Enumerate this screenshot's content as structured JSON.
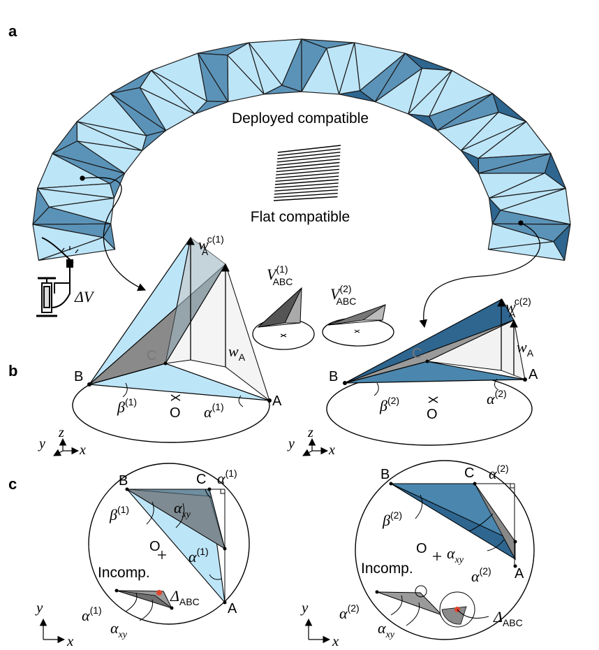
{
  "panels": {
    "a": "a",
    "b": "b",
    "c": "c"
  },
  "a": {
    "deployed_label": "Deployed compatible",
    "flat_label": "Flat compatible",
    "pump_label": "ΔV"
  },
  "b": {
    "left": {
      "B": "B",
      "C": "C",
      "A": "A",
      "O": "O",
      "beta": "β",
      "beta_sup": "(1)",
      "alpha": "α",
      "alpha_sup": "(1)",
      "wAc": "w",
      "wAc_sub": "A",
      "wAc_sup": "c(1)",
      "wA": "w",
      "wA_sub": "A"
    },
    "right": {
      "B": "B",
      "C": "C",
      "A": "A",
      "O": "O",
      "beta": "β",
      "beta_sup": "(2)",
      "alpha": "α",
      "alpha_sup": "(2)",
      "wAc": "w",
      "wAc_sub": "A",
      "wAc_sup": "c(2)",
      "wA": "w",
      "wA_sub": "A"
    },
    "v1": {
      "V": "V",
      "sub": "ABC",
      "sup": "(1)"
    },
    "v2": {
      "V": "V",
      "sub": "ABC",
      "sup": "(2)"
    },
    "axes": {
      "x": "x",
      "y": "y",
      "z": "z"
    }
  },
  "c": {
    "left": {
      "B": "B",
      "C": "C",
      "A": "A",
      "O": "O",
      "alpha_top": "α",
      "alpha_top_sup": "(1)",
      "beta": "β",
      "beta_sup": "(1)",
      "axy": "α",
      "axy_sub": "xy",
      "alpha_mid": "α",
      "alpha_mid_sup": "(1)",
      "incomp": "Incomp.",
      "delta": "Δ",
      "delta_sub": "ABC",
      "alpha_bot": "α",
      "alpha_bot_sup": "(1)",
      "axy_bot": "α",
      "axy_bot_sub": "xy"
    },
    "right": {
      "B": "B",
      "C": "C",
      "A": "A",
      "O": "O",
      "alpha_top": "α",
      "alpha_top_sup": "(2)",
      "beta": "β",
      "beta_sup": "(2)",
      "axy": "α",
      "axy_sub": "xy",
      "alpha_mid": "α",
      "alpha_mid_sup": "(2)",
      "incomp": "Incomp.",
      "delta": "Δ",
      "delta_sub": "ABC",
      "alpha_bot": "α",
      "alpha_bot_sup": "(2)",
      "axy_bot": "α",
      "axy_bot_sub": "xy"
    },
    "axes": {
      "x": "x",
      "y": "y"
    }
  },
  "colors": {
    "light_blue": "#bde5f8",
    "mid_blue": "#5b93b8",
    "dark_blue": "#2e6690",
    "grey": "#9a9a9a",
    "dark_grey": "#6a6a6a",
    "red": "#e0452e"
  }
}
